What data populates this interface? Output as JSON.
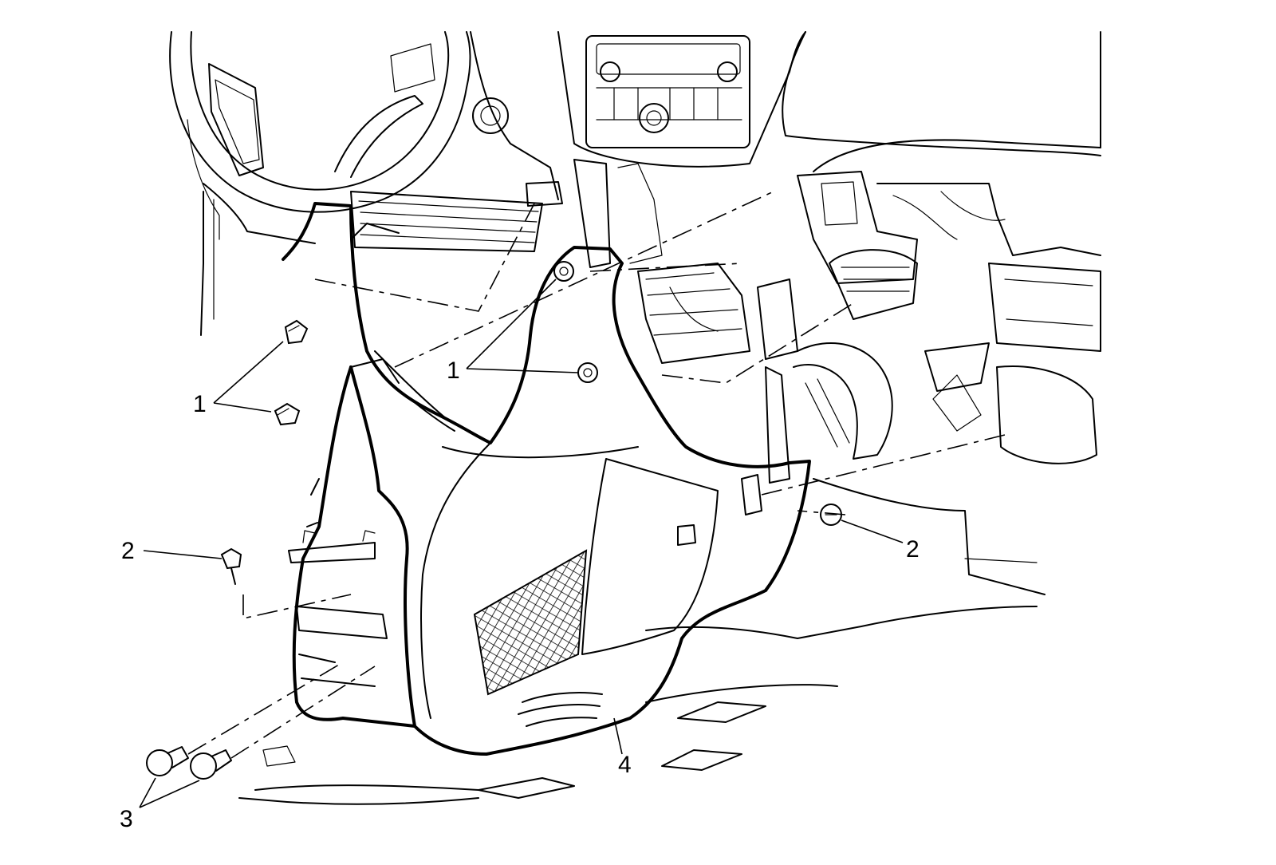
{
  "callouts": {
    "c1_left": "1",
    "c1_center": "1",
    "c2_left": "2",
    "c2_right": "2",
    "c3": "3",
    "c4": "4"
  }
}
